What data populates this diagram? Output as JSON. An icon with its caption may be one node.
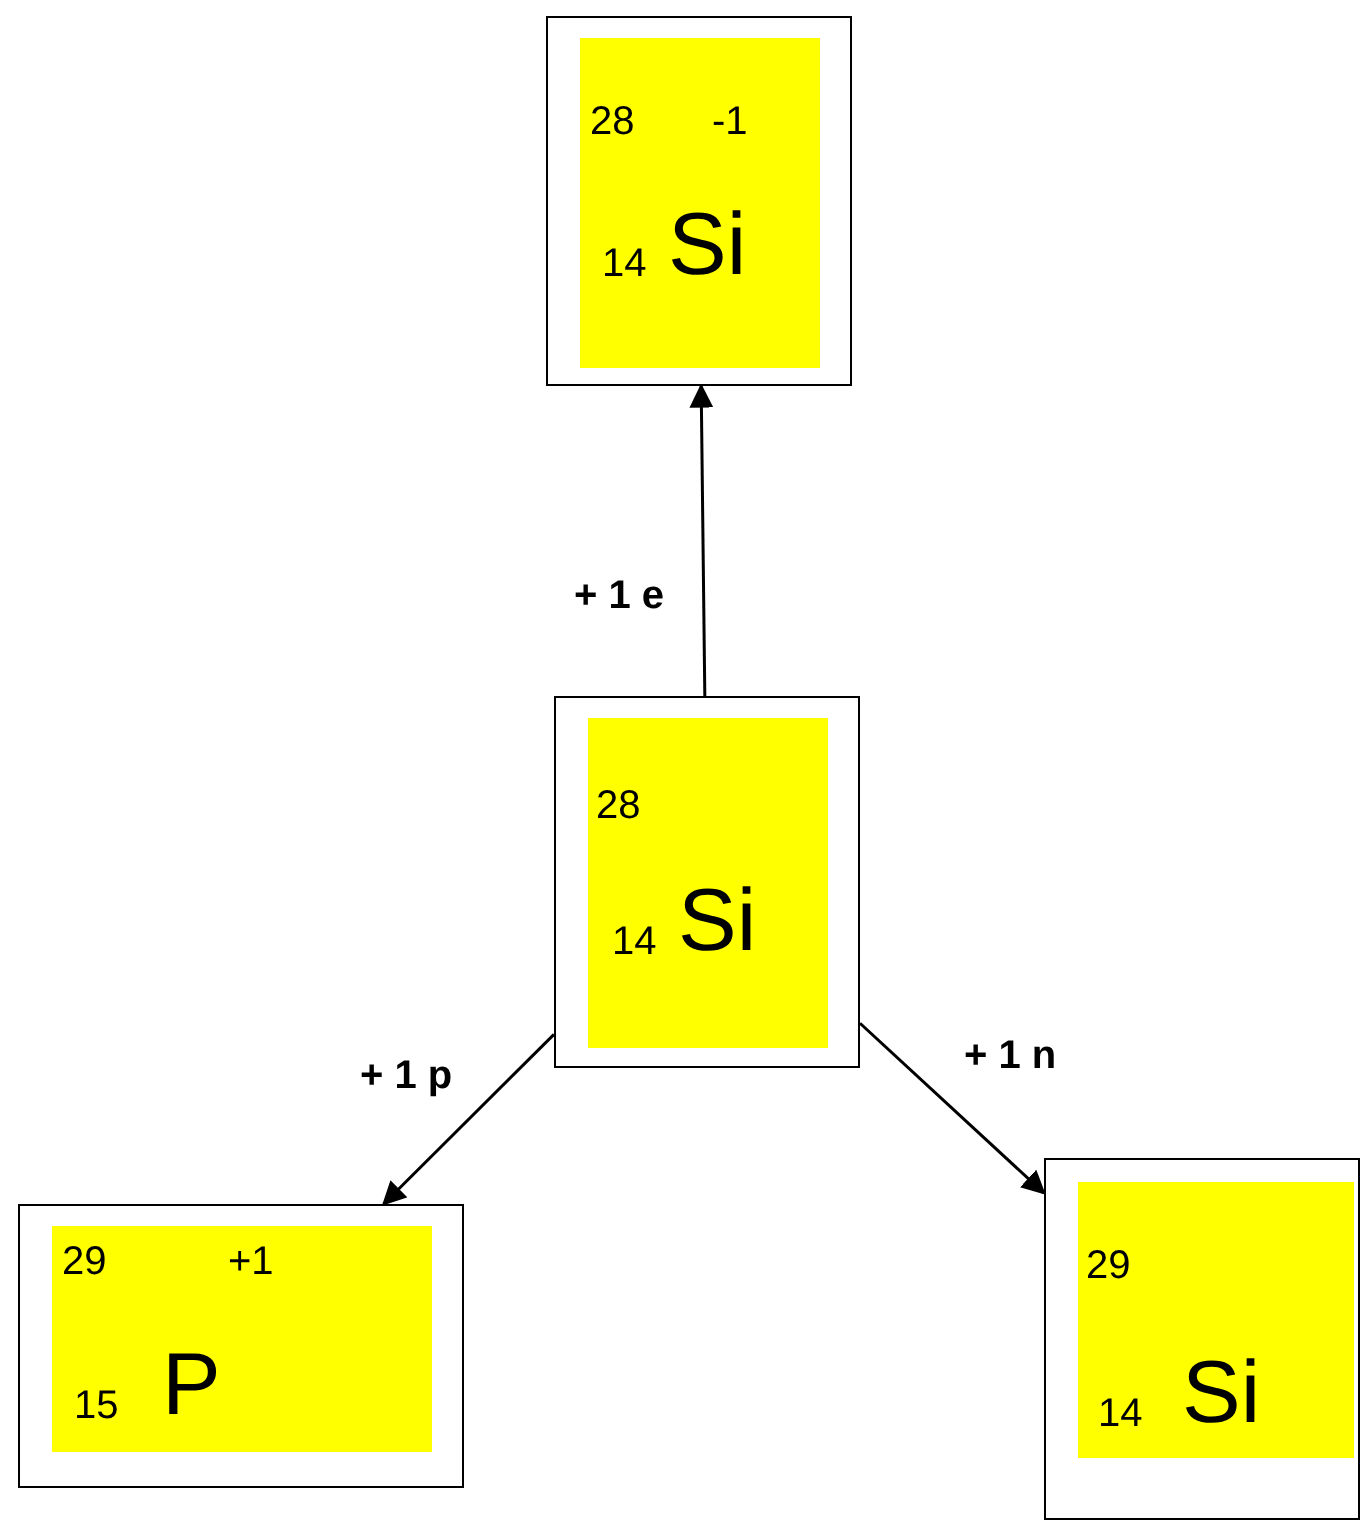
{
  "diagram": {
    "nodes": [
      {
        "text": [
          "28",
          "-1",
          "14",
          "Si"
        ]
      },
      {
        "text": [
          "28",
          "14",
          "Si"
        ]
      },
      {
        "text": [
          "29",
          "+1",
          "15",
          "P"
        ]
      },
      {
        "text": [
          "29",
          "14",
          "Si"
        ]
      }
    ],
    "edges": [
      {
        "from": 1,
        "to": 0,
        "arrow": "to",
        "label": "+ 1 e"
      },
      {
        "from": 1,
        "to": 2,
        "arrow": "to",
        "label": "+ 1 p"
      },
      {
        "from": 1,
        "to": 3,
        "arrow": "to",
        "label": "+ 1 n"
      }
    ]
  }
}
